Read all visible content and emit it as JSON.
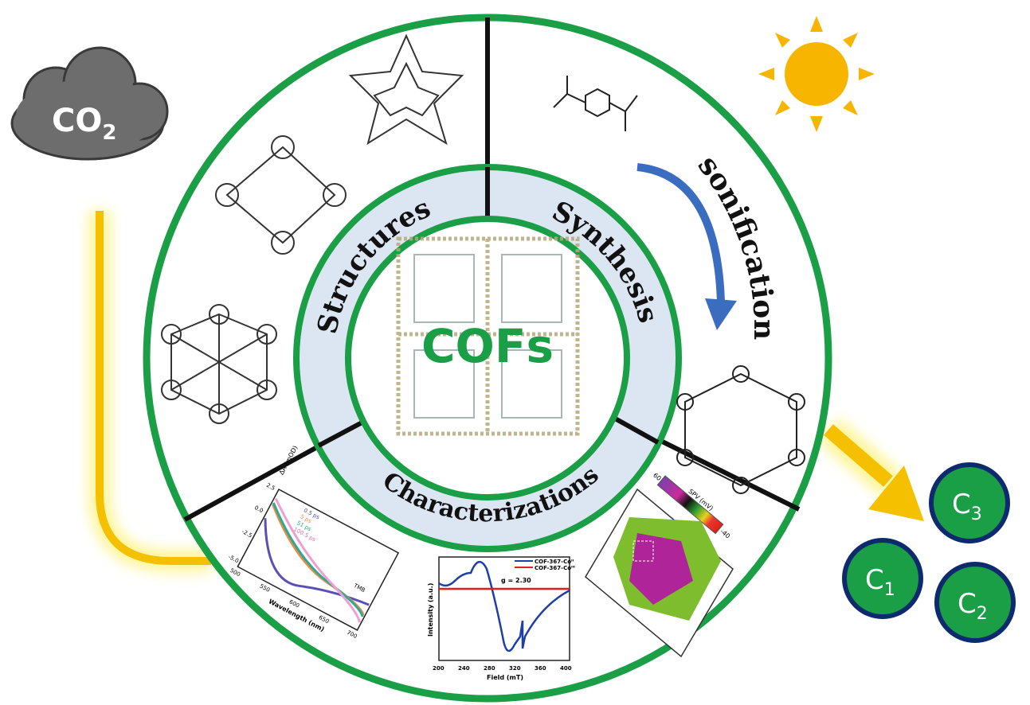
{
  "center": {
    "label": "COFs"
  },
  "ring_labels": {
    "structures": "Structures",
    "synthesis": "Synthesis",
    "characterizations": "Characterizations"
  },
  "synthesis": {
    "method": "sonification"
  },
  "cloud": {
    "label": "CO",
    "subscript": "2"
  },
  "products": [
    {
      "label": "C",
      "subscript": "3"
    },
    {
      "label": "C",
      "subscript": "1"
    },
    {
      "label": "C",
      "subscript": "2"
    }
  ],
  "ta_chart": {
    "ylabel": "ΔA (mOD)",
    "xlabel": "Wavelength (nm)",
    "yticks": [
      "2.5",
      "0.0",
      "-2.5",
      "-5.0"
    ],
    "xticks": [
      "500",
      "550",
      "600",
      "650",
      "700"
    ],
    "legend": [
      "0.5 ps",
      "5 ps",
      "51 ps",
      "100.5 ps"
    ],
    "corner_label": "TMB"
  },
  "epr_chart": {
    "ylabel": "Intensity (a.u.)",
    "xlabel": "Field (mT)",
    "xticks": [
      "200",
      "240",
      "280",
      "320",
      "360",
      "400"
    ],
    "legend": [
      "COF-367-Coᴵᴵ",
      "COF-367-Coᴵᴵᴵ"
    ],
    "annotation": "g = 2.30"
  },
  "spv_map": {
    "title": "SPV (mV)",
    "max": "60",
    "min": "-40"
  },
  "colors": {
    "green": "#1a9e46",
    "band": "#dce6f2",
    "sun": "#f7b500",
    "navy": "#0d2a6e",
    "arrow": "#f5c000"
  }
}
